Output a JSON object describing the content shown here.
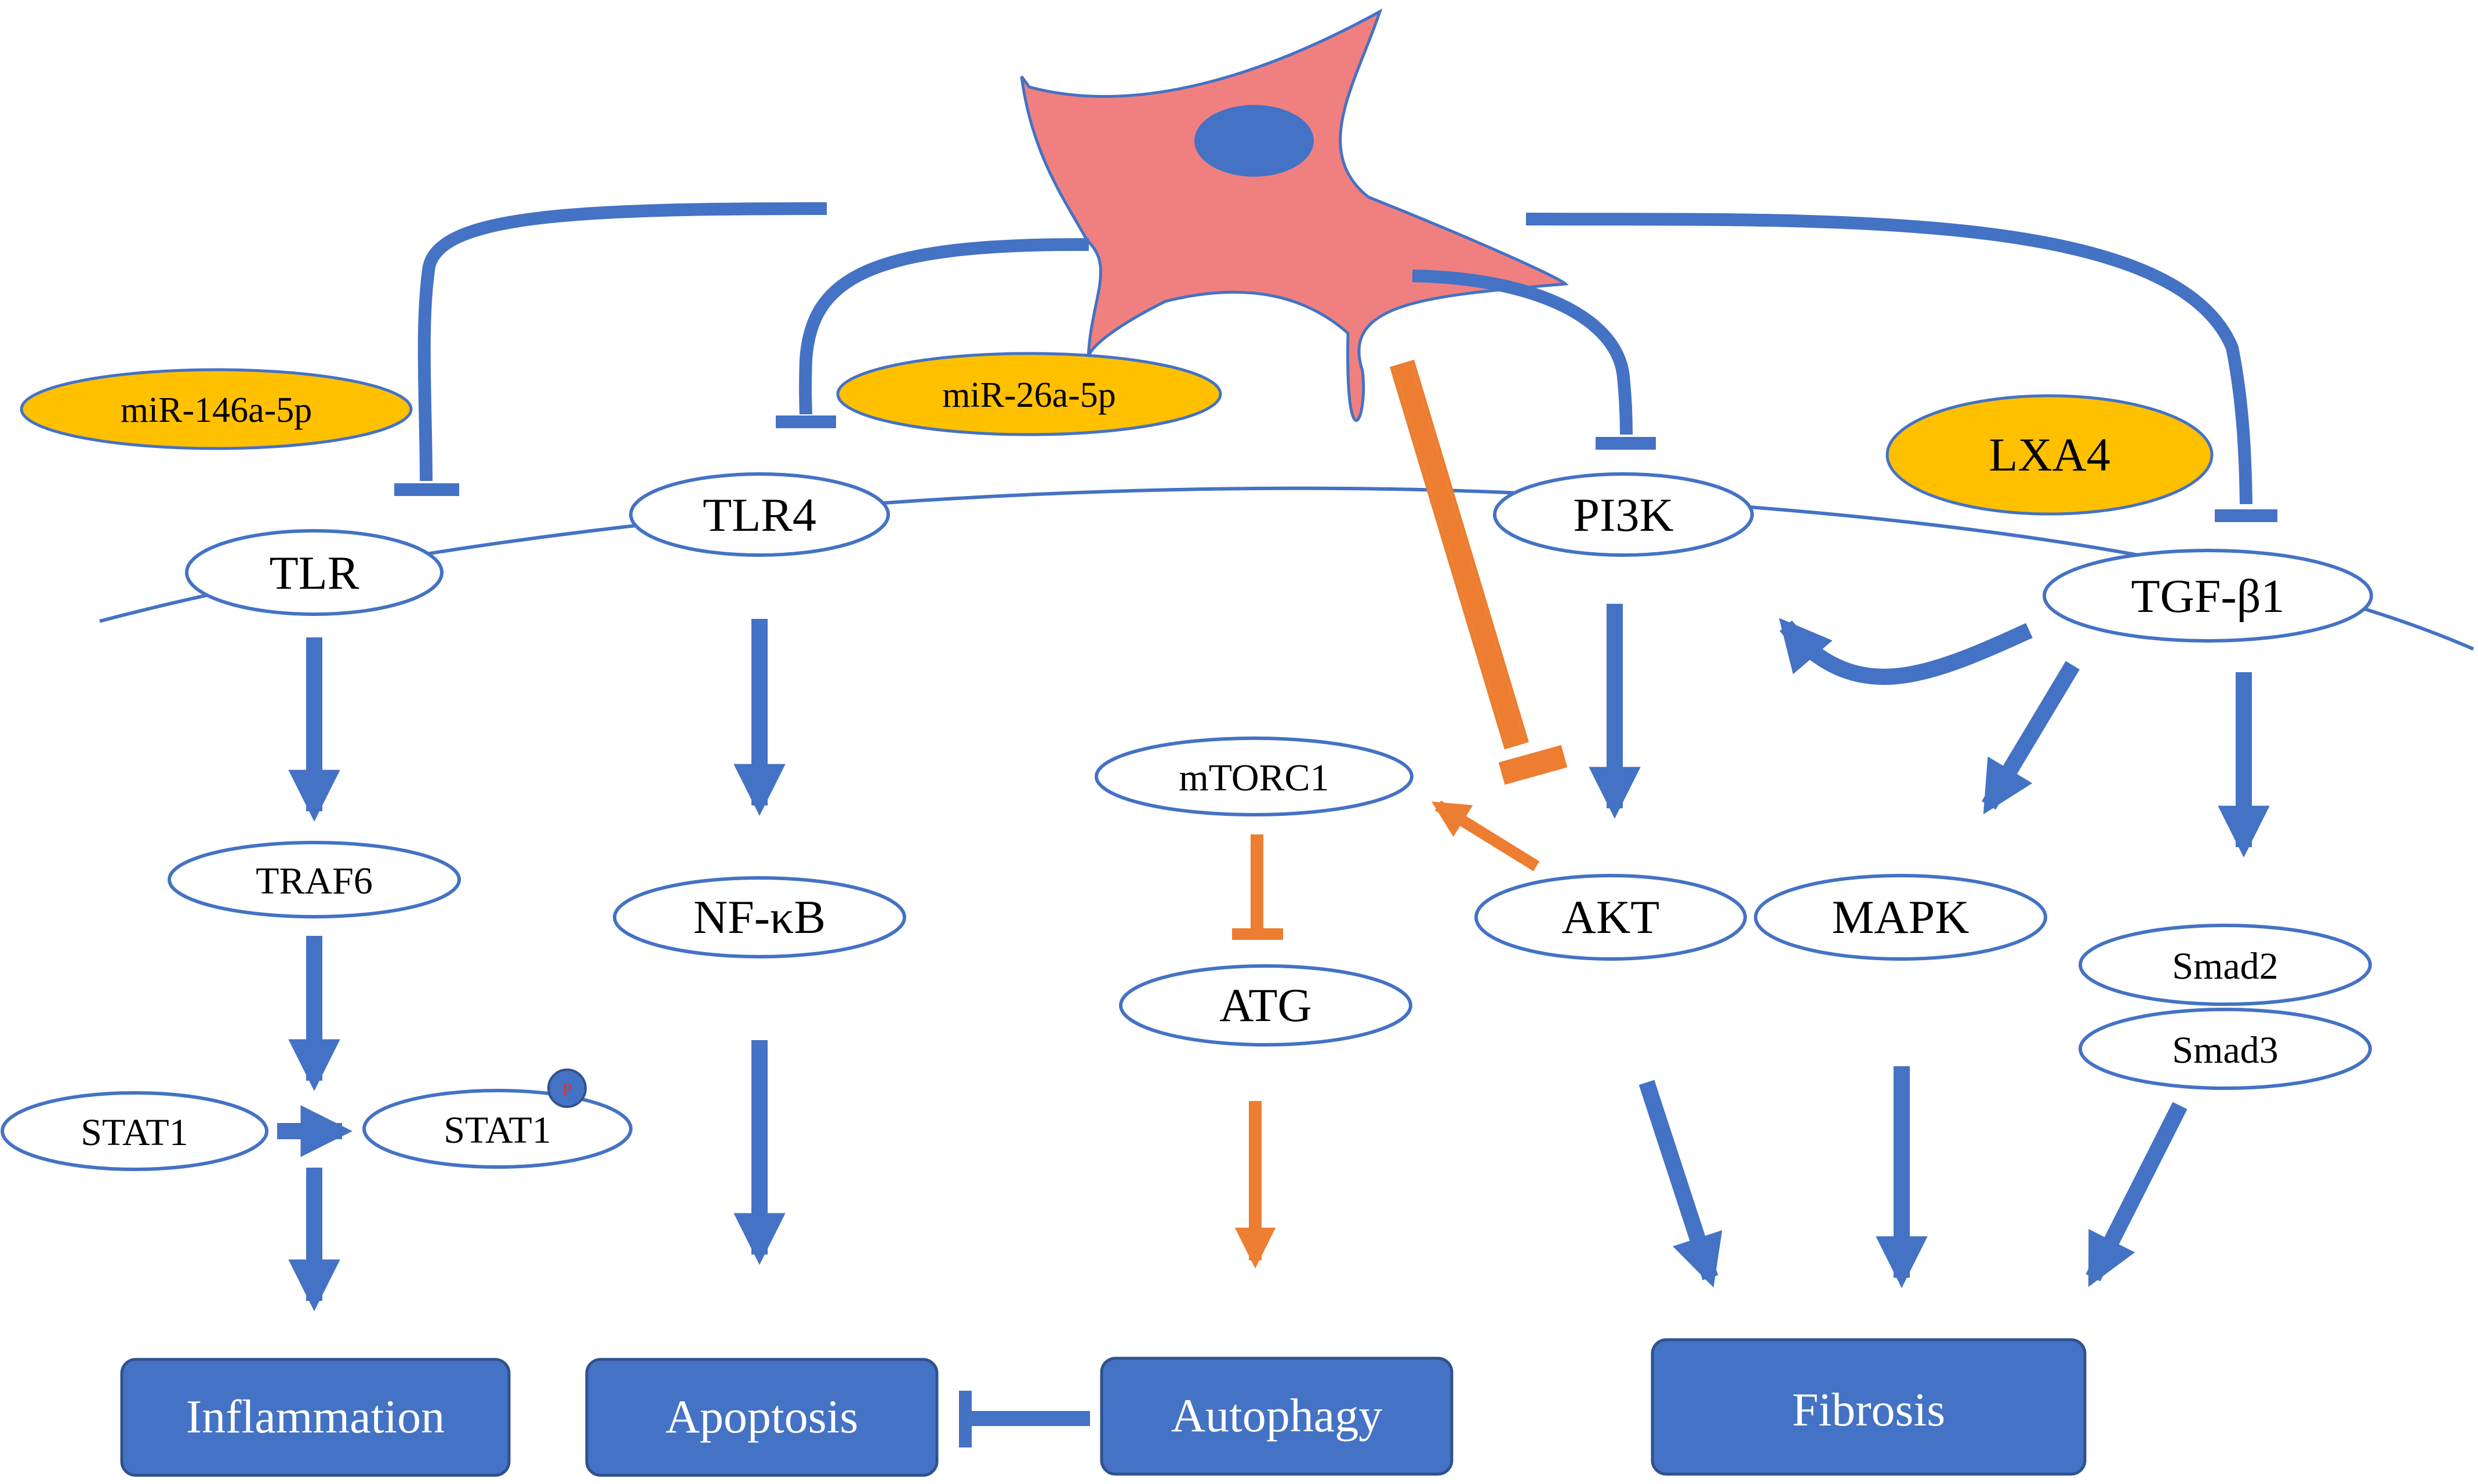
{
  "colors": {
    "pathway_blue": "#4472C4",
    "inhibit_orange": "#ED7D31",
    "mirna_gold": "#FFC000",
    "cell_pink": "#F08080",
    "nucleus_blue": "#4472C4",
    "outcome_fill": "#4472C4",
    "background": "#FFFFFF"
  },
  "cell": {
    "name": "cell-icon",
    "nucleus": "nucleus-icon"
  },
  "modulators": {
    "mir146": "miR-146a-5p",
    "mir26": "miR-26a-5p",
    "lxa4": "LXA4"
  },
  "receptors": {
    "tlr": "TLR",
    "tlr4": "TLR4",
    "pi3k": "PI3K",
    "tgfb1": "TGF-β1"
  },
  "nodes": {
    "traf6": "TRAF6",
    "stat1": "STAT1",
    "stat1_p": "STAT1",
    "phospho": "P",
    "nfkb": "NF-κB",
    "mtorc1": "mTORC1",
    "atg": "ATG",
    "akt": "AKT",
    "mapk": "MAPK",
    "smad2": "Smad2",
    "smad3": "Smad3"
  },
  "outcomes": {
    "inflammation": "Inflammation",
    "apoptosis": "Apoptosis",
    "autophagy": "Autophagy",
    "fibrosis": "Fibrosis"
  }
}
